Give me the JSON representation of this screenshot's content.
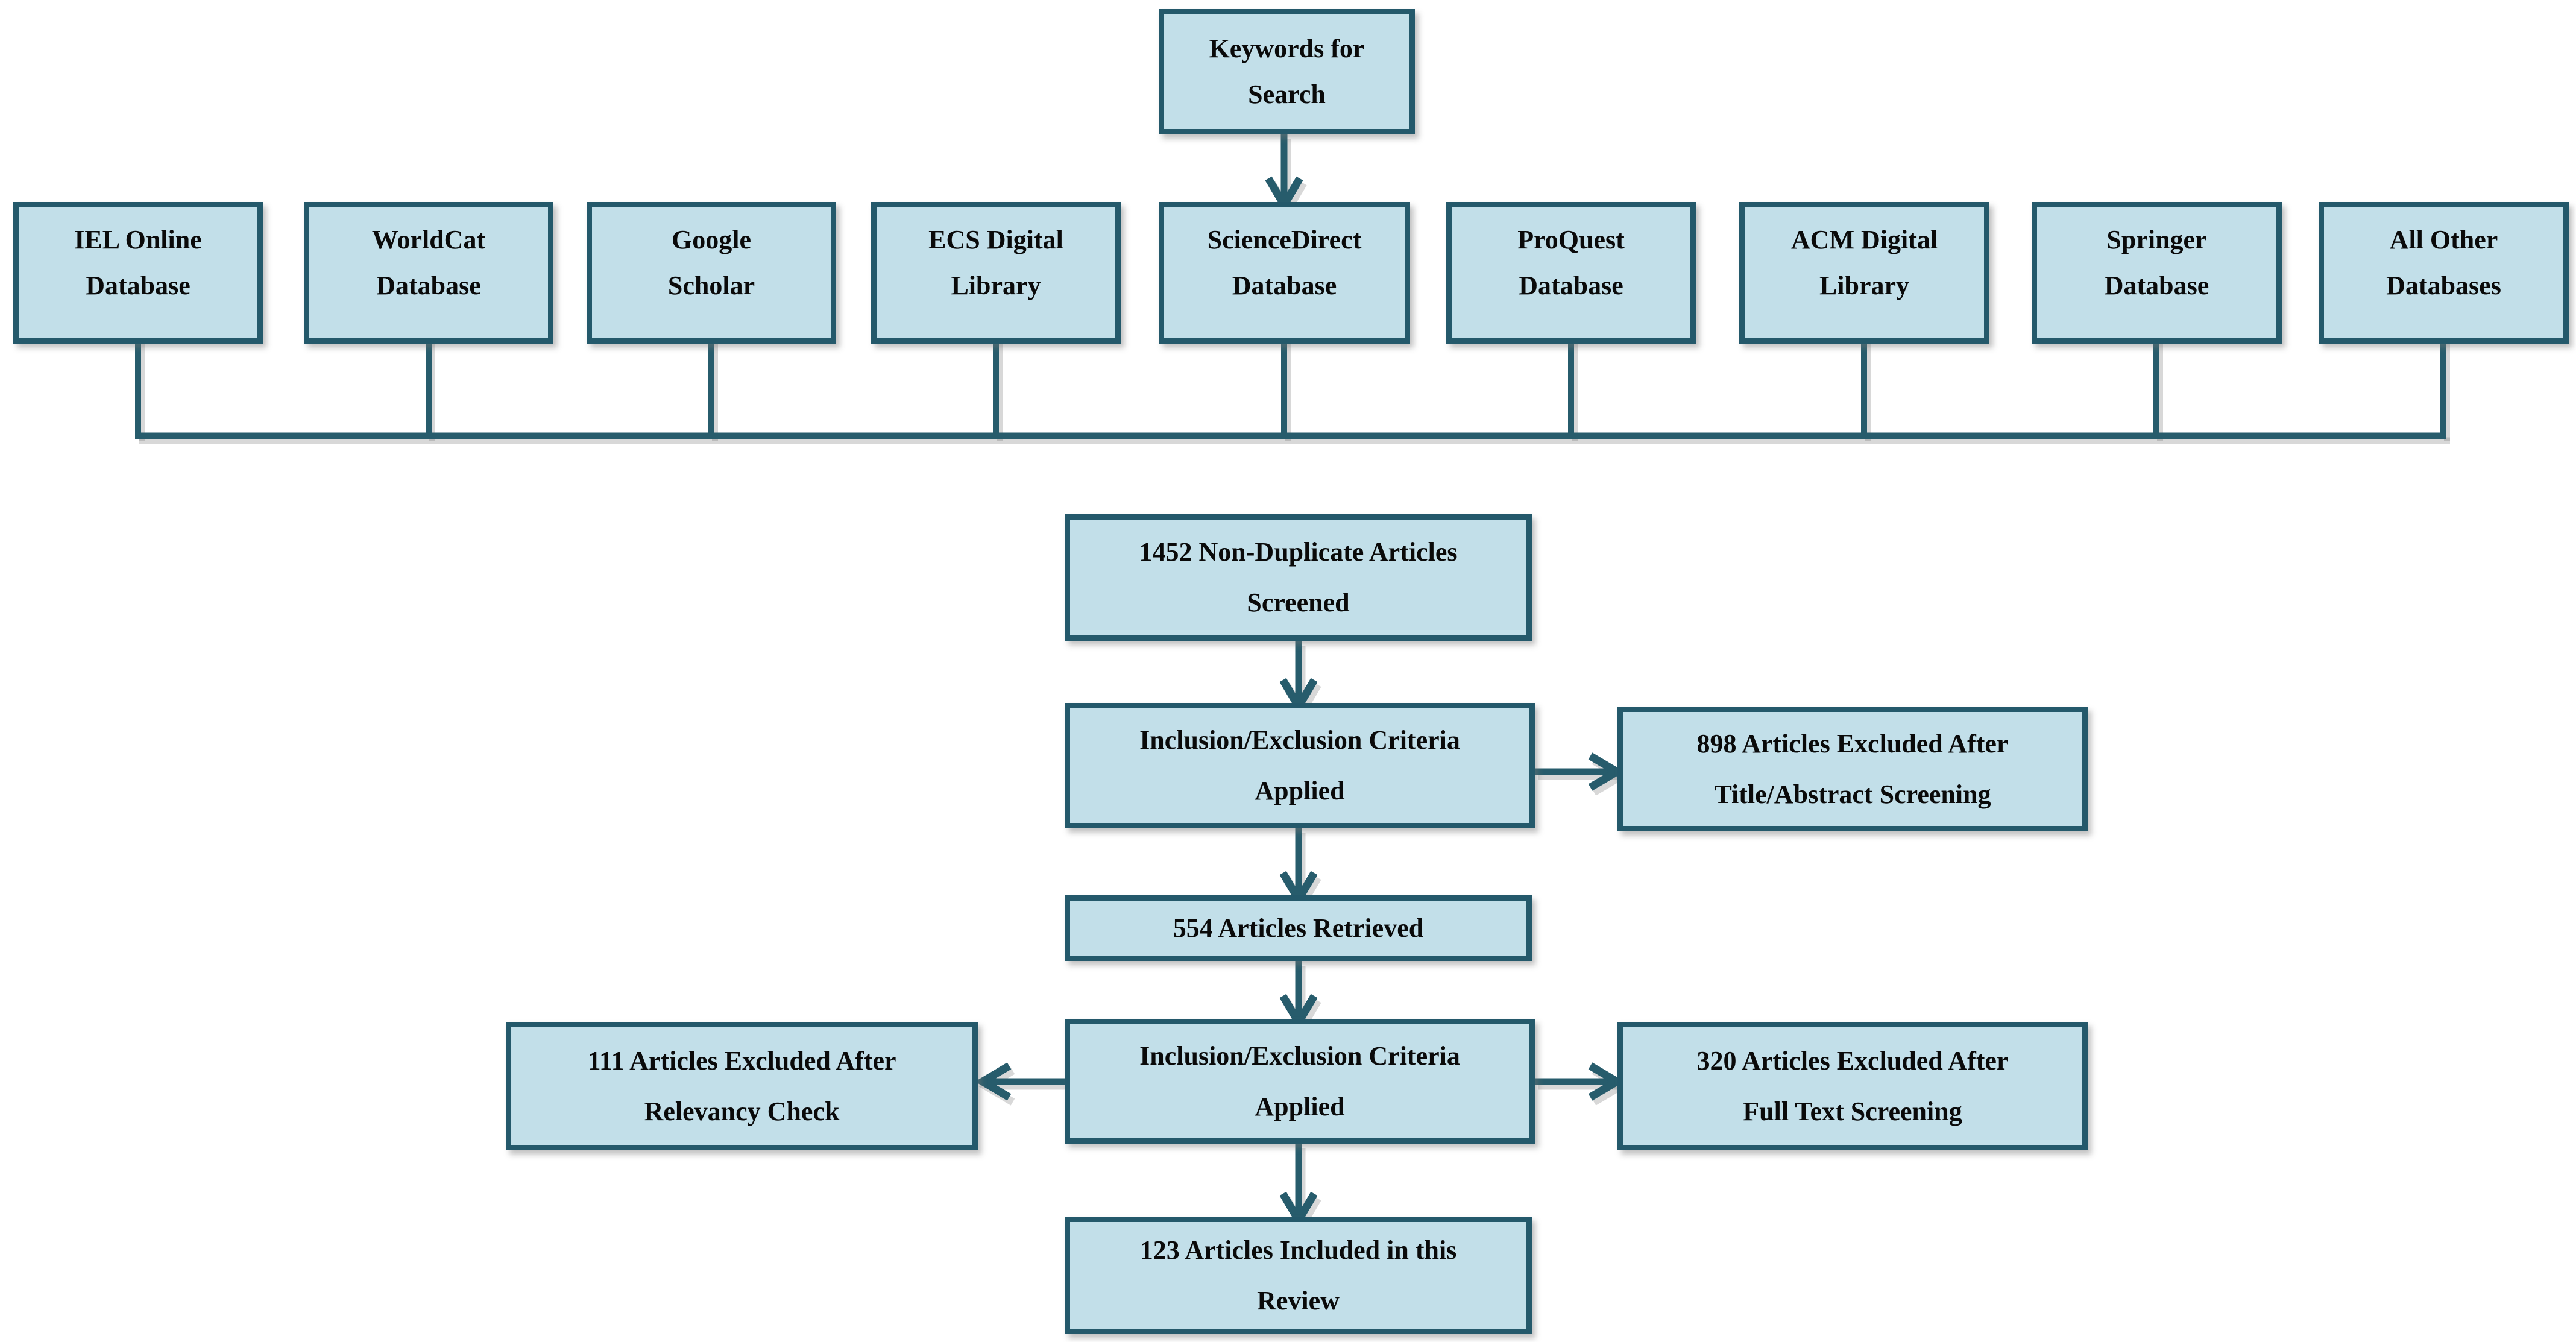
{
  "colors": {
    "box_fill": "#c2dfe9",
    "box_border": "#24596b",
    "connector": "#275c6c",
    "text": "#0a0a0a"
  },
  "nodes": {
    "keywords": {
      "id": "keywords",
      "lines": [
        "Keywords for",
        "Search"
      ]
    },
    "screened": {
      "id": "screened",
      "lines": [
        "1452 Non-Duplicate Articles",
        "Screened"
      ]
    },
    "criteria1": {
      "id": "criteria1",
      "lines": [
        "Inclusion/Exclusion Criteria",
        "Applied"
      ]
    },
    "excluded_title": {
      "id": "excluded_title",
      "lines": [
        "898 Articles Excluded After",
        "Title/Abstract Screening"
      ]
    },
    "retrieved": {
      "id": "retrieved",
      "lines": [
        "554 Articles Retrieved"
      ]
    },
    "criteria2": {
      "id": "criteria2",
      "lines": [
        "Inclusion/Exclusion Criteria",
        "Applied"
      ]
    },
    "excluded_relevancy": {
      "id": "excluded_relevancy",
      "lines": [
        "111 Articles Excluded After",
        "Relevancy Check"
      ]
    },
    "excluded_fulltext": {
      "id": "excluded_fulltext",
      "lines": [
        "320 Articles Excluded After",
        "Full Text Screening"
      ]
    },
    "included": {
      "id": "included",
      "lines": [
        "123 Articles Included in this",
        "Review"
      ]
    }
  },
  "databases": [
    {
      "id": "iel",
      "lines": [
        "IEL Online",
        "Database"
      ]
    },
    {
      "id": "worldcat",
      "lines": [
        "WorldCat",
        "Database"
      ]
    },
    {
      "id": "google",
      "lines": [
        "Google",
        "Scholar"
      ]
    },
    {
      "id": "ecs",
      "lines": [
        "ECS Digital",
        "Library"
      ]
    },
    {
      "id": "sciencedirect",
      "lines": [
        "ScienceDirect",
        "Database"
      ]
    },
    {
      "id": "proquest",
      "lines": [
        "ProQuest",
        "Database"
      ]
    },
    {
      "id": "acm",
      "lines": [
        "ACM Digital",
        "Library"
      ]
    },
    {
      "id": "springer",
      "lines": [
        "Springer",
        "Database"
      ]
    },
    {
      "id": "allother",
      "lines": [
        "All Other",
        "Databases"
      ]
    }
  ],
  "edges": [
    {
      "from": "keywords",
      "to": "sciencedirect",
      "direction": "down"
    },
    {
      "from": "databases",
      "to": "collector-line",
      "direction": "down"
    },
    {
      "from": "screened",
      "to": "criteria1",
      "direction": "down"
    },
    {
      "from": "criteria1",
      "to": "excluded_title",
      "direction": "right"
    },
    {
      "from": "criteria1",
      "to": "retrieved",
      "direction": "down"
    },
    {
      "from": "retrieved",
      "to": "criteria2",
      "direction": "down"
    },
    {
      "from": "criteria2",
      "to": "excluded_relevancy",
      "direction": "left"
    },
    {
      "from": "criteria2",
      "to": "excluded_fulltext",
      "direction": "right"
    },
    {
      "from": "criteria2",
      "to": "included",
      "direction": "down"
    }
  ]
}
